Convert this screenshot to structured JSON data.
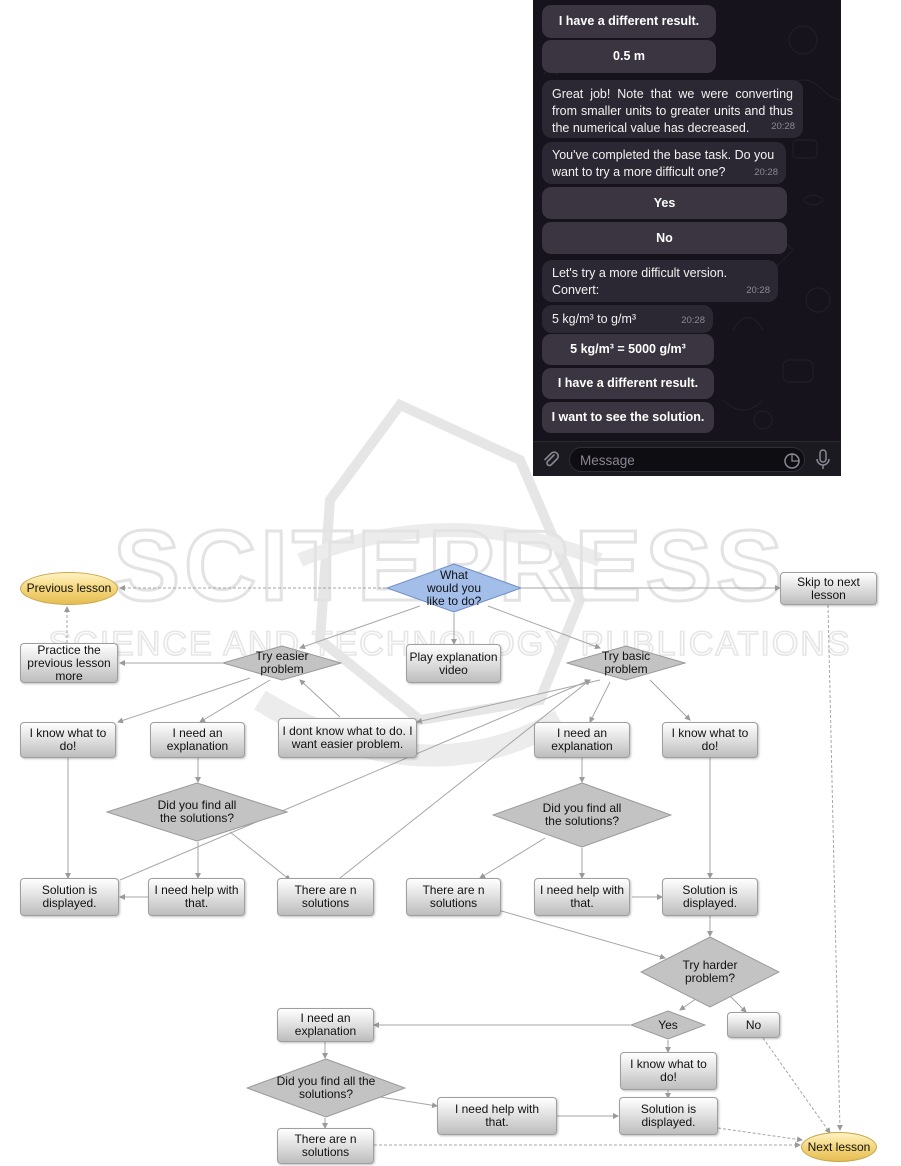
{
  "chat": {
    "keyboard_top": [
      {
        "label": "I have a different result."
      },
      {
        "label": "0.5 m"
      }
    ],
    "messages": [
      {
        "text": "Great job! Note that we were converting from smaller units to greater units and thus the numerical value has decreased.",
        "time": "20:28"
      },
      {
        "text": "You've completed the base task. Do you want to try a more difficult one?",
        "time": "20:28"
      },
      {
        "text": "Let's try a more difficult version. Convert:",
        "time": "20:28"
      },
      {
        "text": "5 kg/m³ to g/m³",
        "time": "20:28"
      }
    ],
    "choice_buttons": [
      {
        "label": "Yes"
      },
      {
        "label": "No"
      }
    ],
    "answer_buttons": [
      {
        "label": "5 kg/m³ = 5000 g/m³"
      },
      {
        "label": "I have a different result."
      },
      {
        "label": "I want to see the solution."
      }
    ],
    "input": {
      "placeholder": "Message"
    },
    "icons": {
      "attach": "paperclip-icon",
      "sticker": "sticker-icon",
      "mic": "microphone-icon"
    }
  },
  "watermark": {
    "title": "SCITEPRESS",
    "subtitle": "SCIENCE AND TECHNOLOGY PUBLICATIONS"
  },
  "flowchart": {
    "nodes": {
      "what_would": "What would you like to do?",
      "previous_lesson": "Previous lesson",
      "skip_next": "Skip to next lesson",
      "practice_previous": "Practice the previous lesson more",
      "try_easier": "Try easier problem",
      "play_video": "Play explanation video",
      "try_basic": "Try basic problem",
      "know_left": "I know what to do!",
      "need_expl_left": "I need an explanation",
      "dont_know": "I dont know what to do. I want easier problem.",
      "need_expl_mid": "I need an explanation",
      "know_right": "I know what to do!",
      "found_left": "Did you find all the solutions?",
      "found_mid": "Did you find all the solutions?",
      "solution_left": "Solution is displayed.",
      "help_left": "I need help with that.",
      "n_sol_left": "There are n solutions",
      "n_sol_mid": "There are n solutions",
      "help_mid": "I need help with that.",
      "solution_right": "Solution is displayed.",
      "try_harder": "Try harder problem?",
      "yes": "Yes",
      "no": "No",
      "need_expl_bottom": "I need an explanation",
      "know_bottom": "I know what to do!",
      "found_bottom": "Did you find all the solutions?",
      "help_bottom": "I need help with that.",
      "solution_bottom": "Solution is displayed.",
      "n_sol_bottom": "There are n solutions",
      "next_lesson": "Next lesson"
    },
    "colors": {
      "decision_top": "#9db9e6",
      "decision": "#bfbfbf",
      "terminal": "#f0cf6e",
      "box": "#d6d6d6"
    }
  }
}
